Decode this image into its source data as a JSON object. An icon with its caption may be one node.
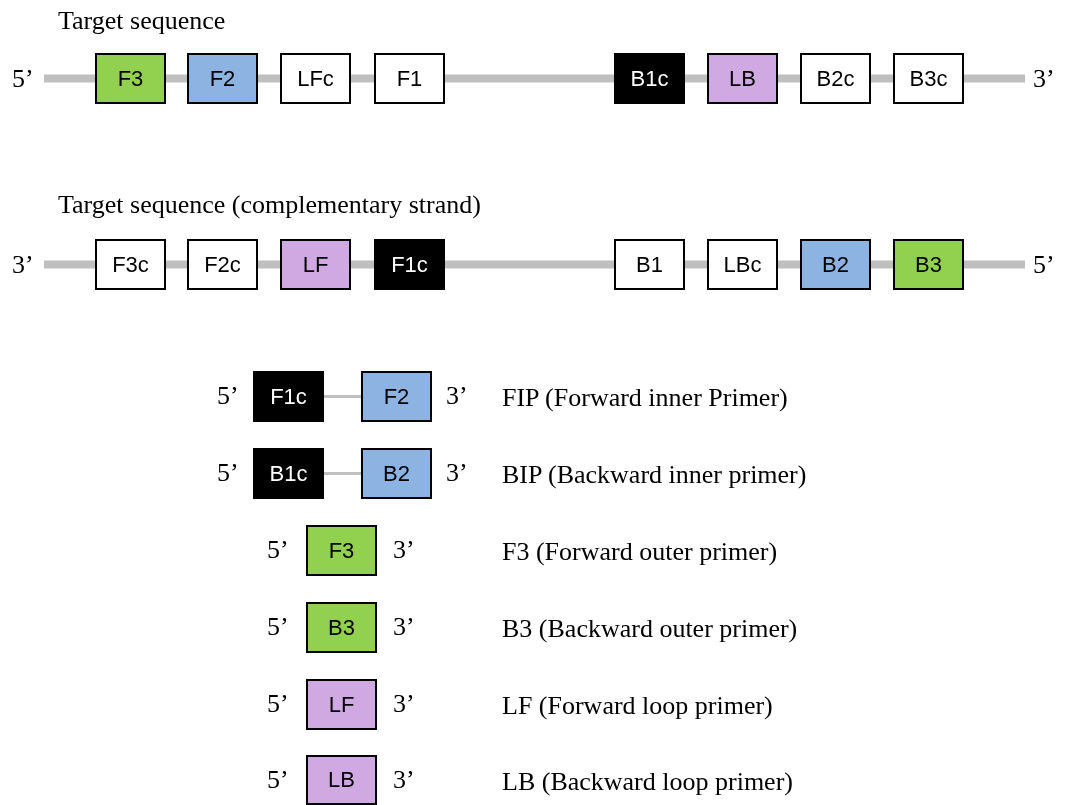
{
  "diagram": {
    "nodes": [
      {
        "text": [
          "F3"
        ]
      },
      {
        "text": [
          "F2"
        ]
      },
      {
        "text": [
          "LFc"
        ]
      },
      {
        "text": [
          "F1"
        ]
      },
      {
        "text": [
          "B1c"
        ]
      },
      {
        "text": [
          "LB"
        ]
      },
      {
        "text": [
          "B2c"
        ]
      },
      {
        "text": [
          "B3c"
        ]
      },
      {
        "text": [
          "F3c"
        ]
      },
      {
        "text": [
          "F2c"
        ]
      },
      {
        "text": [
          "LF"
        ]
      },
      {
        "text": [
          "F1c"
        ]
      },
      {
        "text": [
          "B1"
        ]
      },
      {
        "text": [
          "LBc"
        ]
      },
      {
        "text": [
          "B2"
        ]
      },
      {
        "text": [
          "B3"
        ]
      },
      {
        "text": [
          "F1c"
        ]
      },
      {
        "text": [
          "F2"
        ]
      },
      {
        "text": [
          "B1c"
        ]
      },
      {
        "text": [
          "B2"
        ]
      },
      {
        "text": [
          "F3"
        ]
      },
      {
        "text": [
          "B3"
        ]
      },
      {
        "text": [
          "LF"
        ]
      },
      {
        "text": [
          "LB"
        ]
      }
    ],
    "edges": [
      {
        "from": null,
        "to": 0,
        "arrow": "none"
      },
      {
        "from": 0,
        "to": 1,
        "arrow": "none"
      },
      {
        "from": 1,
        "to": 2,
        "arrow": "none"
      },
      {
        "from": 2,
        "to": 3,
        "arrow": "none"
      },
      {
        "from": 3,
        "to": 4,
        "arrow": "none"
      },
      {
        "from": 4,
        "to": 5,
        "arrow": "none"
      },
      {
        "from": 5,
        "to": 6,
        "arrow": "none"
      },
      {
        "from": 6,
        "to": 7,
        "arrow": "none"
      },
      {
        "from": 7,
        "to": null,
        "arrow": "none"
      },
      {
        "from": null,
        "to": 8,
        "arrow": "none"
      },
      {
        "from": 8,
        "to": 9,
        "arrow": "none"
      },
      {
        "from": 9,
        "to": 10,
        "arrow": "none"
      },
      {
        "from": 10,
        "to": 11,
        "arrow": "none"
      },
      {
        "from": 11,
        "to": 12,
        "arrow": "none"
      },
      {
        "from": 12,
        "to": 13,
        "arrow": "none"
      },
      {
        "from": 13,
        "to": 14,
        "arrow": "none"
      },
      {
        "from": 14,
        "to": 15,
        "arrow": "none"
      },
      {
        "from": 15,
        "to": null,
        "arrow": "none"
      },
      {
        "from": 16,
        "to": 17,
        "arrow": "none"
      },
      {
        "from": 18,
        "to": 19,
        "arrow": "none"
      }
    ],
    "labels": [
      "Target sequence",
      "5’",
      "3’",
      "Target sequence (complementary strand)",
      "3’",
      "5’",
      "5’",
      "3’",
      "FIP (Forward inner Primer)",
      "5’",
      "3’",
      "BIP (Backward inner primer)",
      "5’",
      "3’",
      "F3 (Forward outer primer)",
      "5’",
      "3’",
      "B3 (Backward outer primer)",
      "5’",
      "3’",
      "LF (Forward loop primer)",
      "5’",
      "3’",
      "LB (Backward loop primer)"
    ]
  }
}
